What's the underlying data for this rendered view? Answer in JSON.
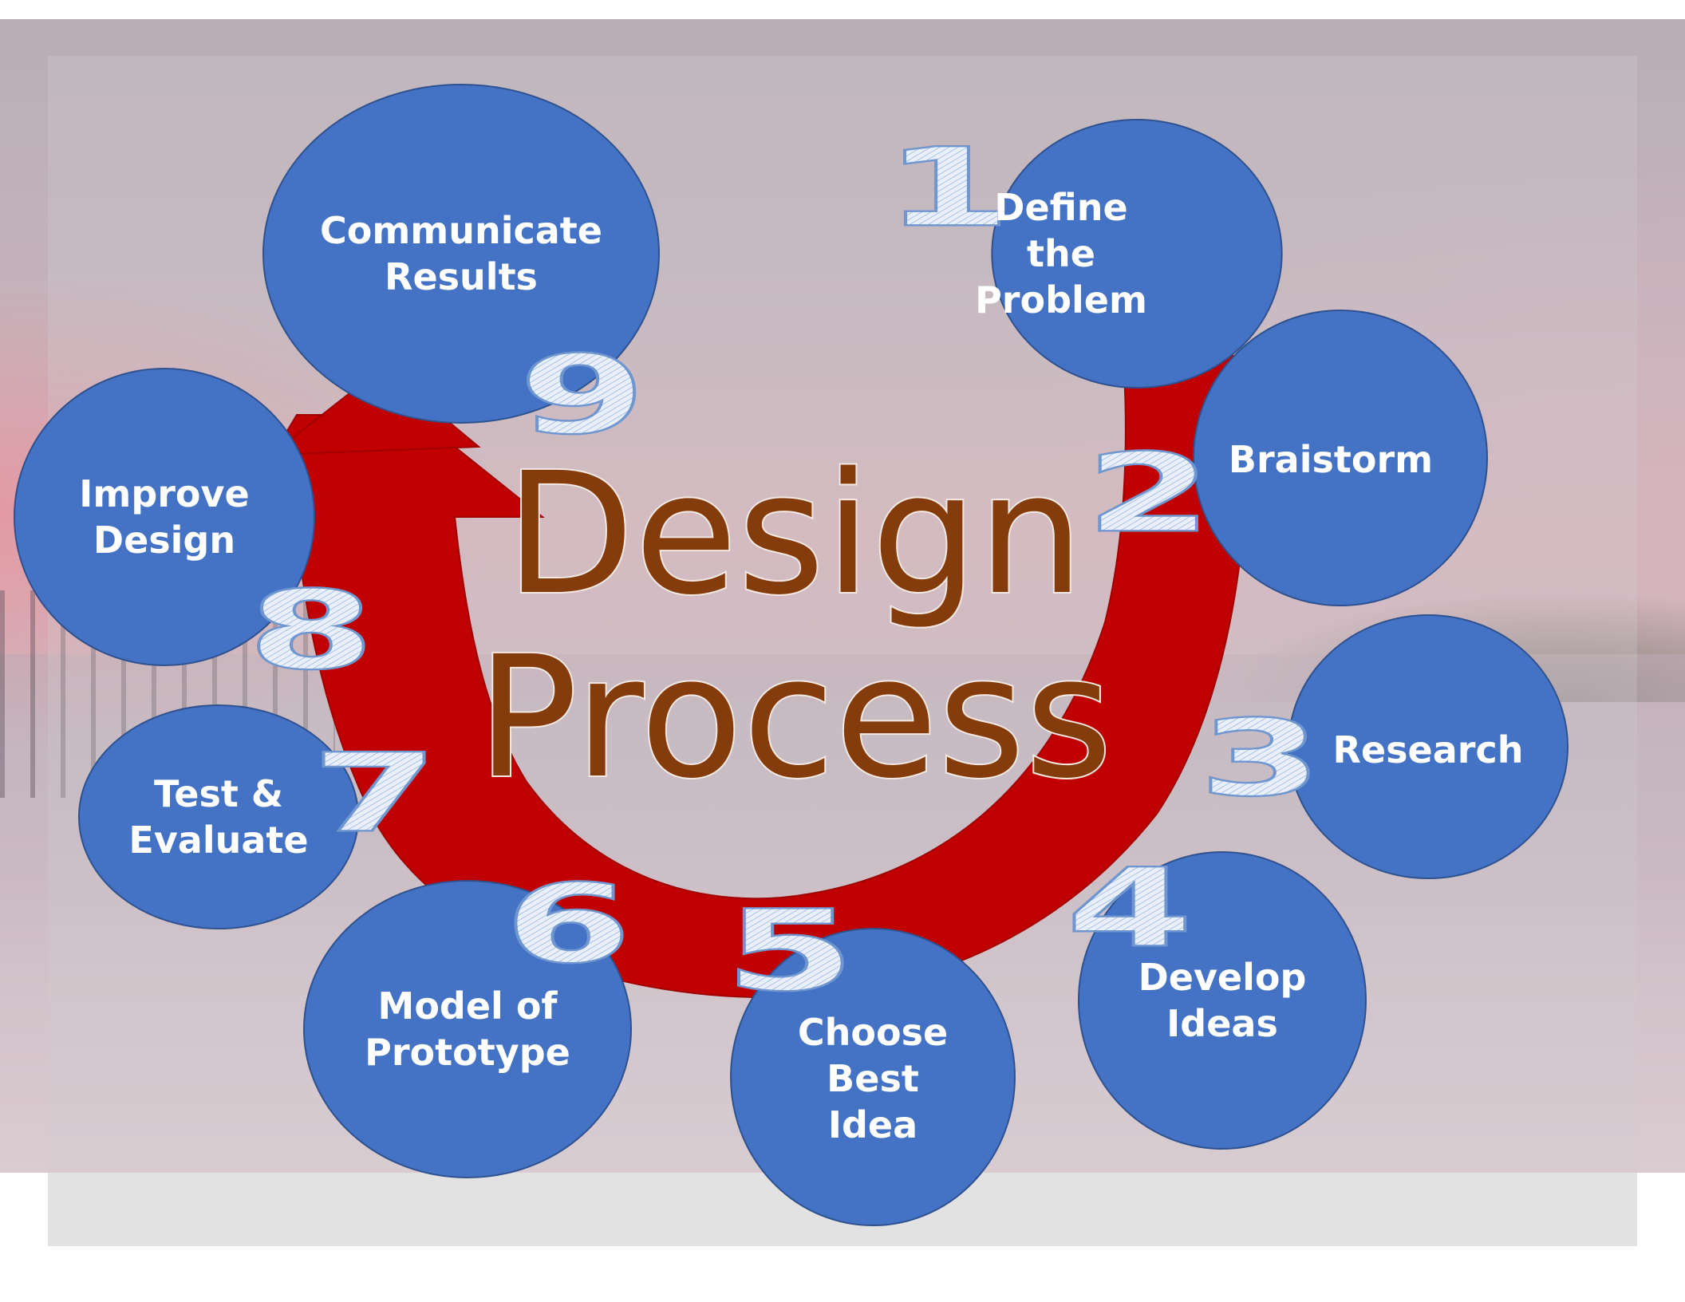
{
  "title": {
    "line1": "Design",
    "line2": "Process"
  },
  "steps": [
    {
      "number": "1",
      "label": "Define\nthe\nProblem"
    },
    {
      "number": "2",
      "label": "Braistorm"
    },
    {
      "number": "3",
      "label": "Research"
    },
    {
      "number": "4",
      "label": "Develop\nIdeas"
    },
    {
      "number": "5",
      "label": "Choose\nBest\nIdea"
    },
    {
      "number": "6",
      "label": "Model of\nPrototype"
    },
    {
      "number": "7",
      "label": "Test &\nEvaluate"
    },
    {
      "number": "8",
      "label": "Improve\nDesign"
    },
    {
      "number": "9",
      "label": "Communicate\nResults"
    }
  ],
  "colors": {
    "circle_fill": "#4472c4",
    "circle_stroke": "#2f528f",
    "arrow_fill": "#c00000",
    "title_text": "#843c0c",
    "numeral_fill": "#dce8f7",
    "numeral_stroke": "#6f96cf"
  }
}
